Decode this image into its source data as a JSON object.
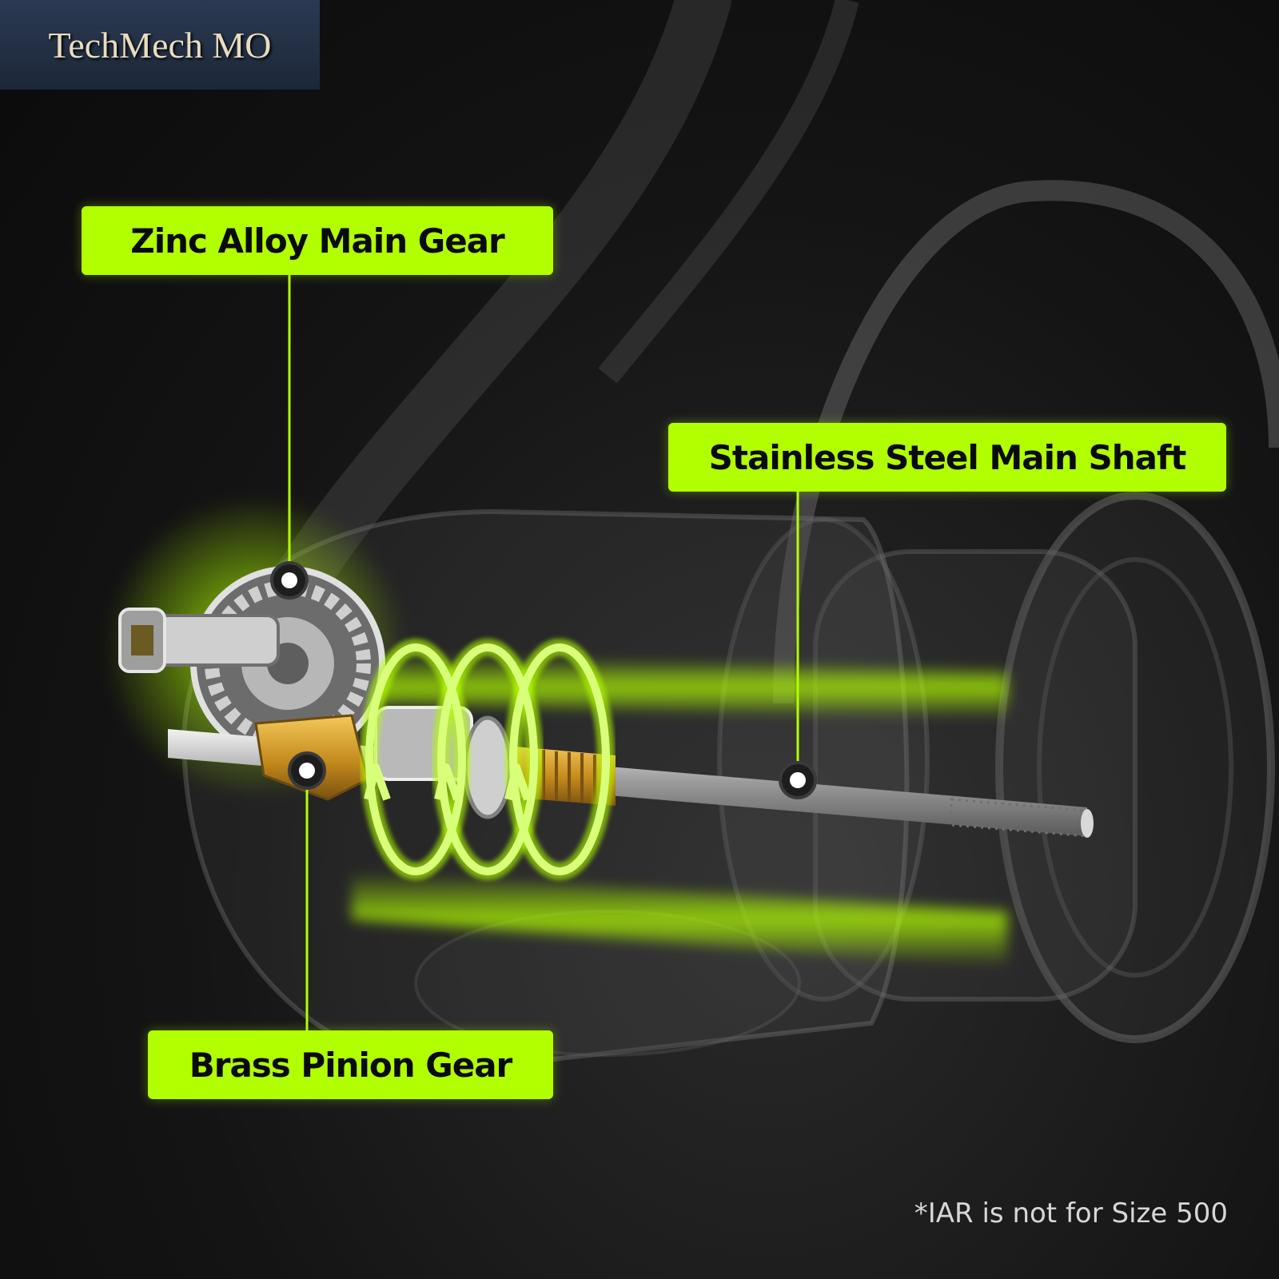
{
  "watermark": {
    "text": "TechMech MO"
  },
  "callouts": {
    "main_gear": "Zinc Alloy Main Gear",
    "main_shaft": "Stainless Steel Main Shaft",
    "pinion_gear": "Brass Pinion Gear"
  },
  "footnote": "*IAR is not for Size 500",
  "colors": {
    "accent": "#b2ff00",
    "background": "#141414",
    "callout_text": "#0a0a0a",
    "brass": "#d4a02a",
    "steel": "#c8c8c8"
  }
}
